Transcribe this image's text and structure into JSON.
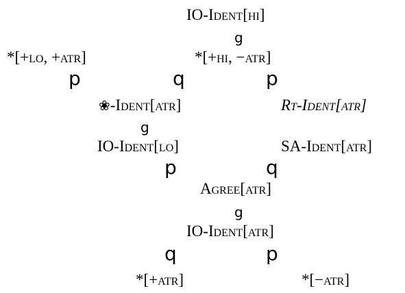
{
  "constraints": {
    "io_ident_hi": {
      "prefix": "IO-",
      "name": "Ident",
      "feature": "[hi]"
    },
    "star_lo_atr": "*[+lo, +atr]",
    "star_hi_atr": "*[+hi, −atr]",
    "flower_ident_atr": {
      "symbol": "❀",
      "prefix": "-",
      "name": "Ident",
      "feature": "[atr]"
    },
    "rt_ident_atr": "Rt-Ident[atr]",
    "io_ident_lo": {
      "prefix": "IO-",
      "name": "Ident",
      "feature": "[lo]"
    },
    "sa_ident_atr": {
      "prefix": "SA-",
      "name": "Ident",
      "feature": "[atr]"
    },
    "agree_atr": {
      "name": "Agree",
      "feature": "[atr]"
    },
    "io_ident_atr": {
      "prefix": "IO-",
      "name": "Ident",
      "feature": "[atr]"
    },
    "star_plus_atr": "*[+atr]",
    "star_minus_atr": "*[−atr]"
  },
  "ranking_marks": {
    "down": "g",
    "left": "p",
    "right": "q"
  }
}
